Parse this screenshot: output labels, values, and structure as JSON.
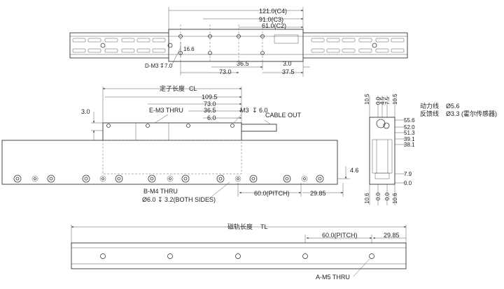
{
  "top_view": {
    "dims": [
      "121.0(C4)",
      "91.0(C3)",
      "61.0(C2)"
    ],
    "height": "16.6",
    "d_hole": "D-M3",
    "d_depth": "7.0",
    "bottom_dims": [
      "36.5",
      "3.0",
      "73.0",
      "37.5"
    ]
  },
  "mid_view": {
    "stator_length_label": "定子长度",
    "stator_length_symbol": "CL",
    "dims": [
      "109.5",
      "73.0",
      "36.5",
      "6.0"
    ],
    "e_hole": "E-M3 THRU",
    "m3_label": "M3",
    "m3_depth": "6.0",
    "cable_label": "CABLE OUT",
    "left_dim": "3.0",
    "right_dim": "4.6",
    "b_hole": "B-M4 THRU",
    "b_hole_detail": "Ø6.0",
    "b_hole_detail2": "3.2(BOTH SIDES)",
    "pitch": "60.0(PITCH)",
    "end": "29.85"
  },
  "side_view": {
    "top_dims": [
      "10.5",
      "0.0",
      "4.5",
      "7.5",
      "10.5"
    ],
    "right_dims": [
      "55.6",
      "52.0",
      "51.3",
      "39.1",
      "38.1",
      "7.9",
      "0.0"
    ],
    "bottom_dims": [
      "10.6",
      "0.0",
      "0.0",
      "10.6"
    ],
    "power_label": "动力线",
    "power_value": "Ø5.6",
    "feedback_label": "反馈线",
    "feedback_value": "Ø3.3 (霍尔传感器)"
  },
  "bottom_view": {
    "rail_length_label": "磁轨长度",
    "rail_length_symbol": "TL",
    "pitch": "60.0(PITCH)",
    "end": "29.85",
    "a_hole": "A-M5 THRU"
  }
}
